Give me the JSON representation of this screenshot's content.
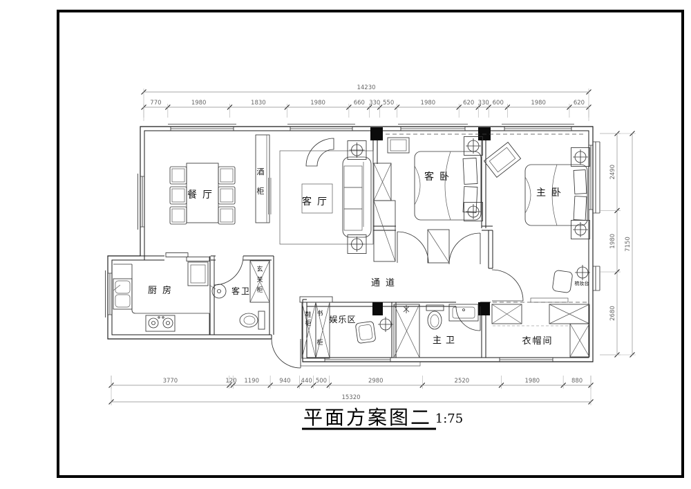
{
  "drawing": {
    "title": "平面方案图二",
    "scale_label": "1:75"
  },
  "rooms": [
    {
      "id": "dining-room",
      "label": "餐厅"
    },
    {
      "id": "wine-cabinet",
      "label": "酒柜",
      "vertical": true
    },
    {
      "id": "living-room",
      "label": "客厅"
    },
    {
      "id": "guest-bedroom",
      "label": "客卧"
    },
    {
      "id": "master-bedroom",
      "label": "主卧"
    },
    {
      "id": "kitchen",
      "label": "厨房"
    },
    {
      "id": "guest-bathroom",
      "label": "客卫"
    },
    {
      "id": "entry-cabinet",
      "label": "玄关柜",
      "vertical": true
    },
    {
      "id": "corridor",
      "label": "通道"
    },
    {
      "id": "shoe-cabinet",
      "label": "鞋柜",
      "vertical": true
    },
    {
      "id": "book-cabinet",
      "label": "书柜",
      "vertical": true
    },
    {
      "id": "entertainment-area",
      "label": "娱乐区"
    },
    {
      "id": "master-bathroom",
      "label": "主卫"
    },
    {
      "id": "cloakroom",
      "label": "衣帽间"
    },
    {
      "id": "dressing-table",
      "label": "梳妆台"
    }
  ],
  "dimensions": {
    "top": {
      "total": "14230",
      "segments": [
        "770",
        "1980",
        "1830",
        "1980",
        "660",
        "330",
        "550",
        "1980",
        "620",
        "330",
        "600",
        "1980",
        "620"
      ]
    },
    "bottom": {
      "total": "15320",
      "segments": [
        "3770",
        "120",
        "1190",
        "940",
        "440",
        "500",
        "2980",
        "2520",
        "1980",
        "880"
      ]
    },
    "right": {
      "total": "7150",
      "segments": [
        "2490",
        "1980",
        "2680"
      ]
    }
  }
}
